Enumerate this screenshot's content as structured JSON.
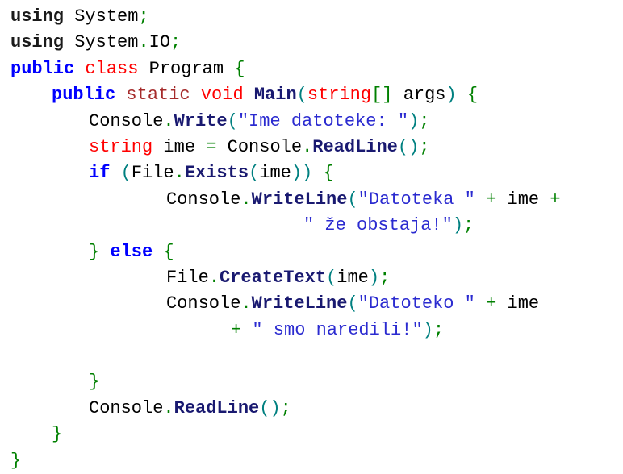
{
  "code": {
    "language": "C#",
    "colors": {
      "directive_keyword": "#1a1a1a",
      "keyword": "#0000ff",
      "type_keyword": "#ff0000",
      "modifier": "#a52a2a",
      "method": "#191970",
      "string": "#2b2bd0",
      "paren": "#008080",
      "punctuation": "#008000"
    },
    "lines": [
      {
        "indent": 0,
        "tokens": [
          {
            "t": "using",
            "c": "kw-bold"
          },
          {
            "t": " System",
            "c": "plain"
          },
          {
            "t": ";",
            "c": "punct"
          }
        ]
      },
      {
        "indent": 0,
        "tokens": [
          {
            "t": "using",
            "c": "kw-bold"
          },
          {
            "t": " System",
            "c": "plain"
          },
          {
            "t": ".",
            "c": "punct"
          },
          {
            "t": "IO",
            "c": "plain"
          },
          {
            "t": ";",
            "c": "punct"
          }
        ]
      },
      {
        "indent": 0,
        "tokens": [
          {
            "t": "public",
            "c": "kw-blue"
          },
          {
            "t": " ",
            "c": "plain"
          },
          {
            "t": "class",
            "c": "kw-red"
          },
          {
            "t": " Program ",
            "c": "plain"
          },
          {
            "t": "{",
            "c": "punct"
          }
        ]
      },
      {
        "indent": 51,
        "tokens": [
          {
            "t": "public",
            "c": "kw-blue"
          },
          {
            "t": " ",
            "c": "plain"
          },
          {
            "t": "static",
            "c": "kw-brown"
          },
          {
            "t": " ",
            "c": "plain"
          },
          {
            "t": "void",
            "c": "kw-red"
          },
          {
            "t": " ",
            "c": "plain"
          },
          {
            "t": "Main",
            "c": "method"
          },
          {
            "t": "(",
            "c": "paren"
          },
          {
            "t": "string",
            "c": "kw-red"
          },
          {
            "t": "[]",
            "c": "punct"
          },
          {
            "t": " args",
            "c": "plain"
          },
          {
            "t": ")",
            "c": "paren"
          },
          {
            "t": " ",
            "c": "plain"
          },
          {
            "t": "{",
            "c": "punct"
          }
        ]
      },
      {
        "indent": 97,
        "tokens": [
          {
            "t": "Console",
            "c": "plain"
          },
          {
            "t": ".",
            "c": "punct"
          },
          {
            "t": "Write",
            "c": "method"
          },
          {
            "t": "(",
            "c": "paren"
          },
          {
            "t": "\"Ime datoteke: \"",
            "c": "str"
          },
          {
            "t": ")",
            "c": "paren"
          },
          {
            "t": ";",
            "c": "punct"
          }
        ]
      },
      {
        "indent": 97,
        "tokens": [
          {
            "t": "string",
            "c": "kw-red"
          },
          {
            "t": " ime ",
            "c": "plain"
          },
          {
            "t": "=",
            "c": "punct"
          },
          {
            "t": " Console",
            "c": "plain"
          },
          {
            "t": ".",
            "c": "punct"
          },
          {
            "t": "ReadLine",
            "c": "method"
          },
          {
            "t": "()",
            "c": "paren"
          },
          {
            "t": ";",
            "c": "punct"
          }
        ]
      },
      {
        "indent": 97,
        "tokens": [
          {
            "t": "if",
            "c": "kw-blue"
          },
          {
            "t": " ",
            "c": "plain"
          },
          {
            "t": "(",
            "c": "paren"
          },
          {
            "t": "File",
            "c": "plain"
          },
          {
            "t": ".",
            "c": "punct"
          },
          {
            "t": "Exists",
            "c": "method"
          },
          {
            "t": "(",
            "c": "paren"
          },
          {
            "t": "ime",
            "c": "plain"
          },
          {
            "t": "))",
            "c": "paren"
          },
          {
            "t": " ",
            "c": "plain"
          },
          {
            "t": "{",
            "c": "punct"
          }
        ]
      },
      {
        "indent": 193,
        "tokens": [
          {
            "t": "Console",
            "c": "plain"
          },
          {
            "t": ".",
            "c": "punct"
          },
          {
            "t": "WriteLine",
            "c": "method"
          },
          {
            "t": "(",
            "c": "paren"
          },
          {
            "t": "\"Datoteka \"",
            "c": "str"
          },
          {
            "t": " ",
            "c": "plain"
          },
          {
            "t": "+",
            "c": "punct"
          },
          {
            "t": " ime ",
            "c": "plain"
          },
          {
            "t": "+",
            "c": "punct"
          }
        ]
      },
      {
        "indent": 363,
        "tokens": [
          {
            "t": "\" že obstaja!\"",
            "c": "str"
          },
          {
            "t": ")",
            "c": "paren"
          },
          {
            "t": ";",
            "c": "punct"
          }
        ]
      },
      {
        "indent": 97,
        "tokens": [
          {
            "t": "}",
            "c": "punct"
          },
          {
            "t": " ",
            "c": "plain"
          },
          {
            "t": "else",
            "c": "kw-blue"
          },
          {
            "t": " ",
            "c": "plain"
          },
          {
            "t": "{",
            "c": "punct"
          }
        ]
      },
      {
        "indent": 193,
        "tokens": [
          {
            "t": "File",
            "c": "plain"
          },
          {
            "t": ".",
            "c": "punct"
          },
          {
            "t": "CreateText",
            "c": "method"
          },
          {
            "t": "(",
            "c": "paren"
          },
          {
            "t": "ime",
            "c": "plain"
          },
          {
            "t": ")",
            "c": "paren"
          },
          {
            "t": ";",
            "c": "punct"
          }
        ]
      },
      {
        "indent": 193,
        "tokens": [
          {
            "t": "Console",
            "c": "plain"
          },
          {
            "t": ".",
            "c": "punct"
          },
          {
            "t": "WriteLine",
            "c": "method"
          },
          {
            "t": "(",
            "c": "paren"
          },
          {
            "t": "\"Datoteko \"",
            "c": "str"
          },
          {
            "t": " ",
            "c": "plain"
          },
          {
            "t": "+",
            "c": "punct"
          },
          {
            "t": " ime",
            "c": "plain"
          }
        ]
      },
      {
        "indent": 273,
        "tokens": [
          {
            "t": "+",
            "c": "punct"
          },
          {
            "t": " ",
            "c": "plain"
          },
          {
            "t": "\" smo naredili!\"",
            "c": "str"
          },
          {
            "t": ")",
            "c": "paren"
          },
          {
            "t": ";",
            "c": "punct"
          }
        ]
      },
      {
        "indent": 0,
        "tokens": []
      },
      {
        "indent": 97,
        "tokens": [
          {
            "t": "}",
            "c": "punct"
          }
        ]
      },
      {
        "indent": 97,
        "tokens": [
          {
            "t": "Console",
            "c": "plain"
          },
          {
            "t": ".",
            "c": "punct"
          },
          {
            "t": "ReadLine",
            "c": "method"
          },
          {
            "t": "()",
            "c": "paren"
          },
          {
            "t": ";",
            "c": "punct"
          }
        ]
      },
      {
        "indent": 51,
        "tokens": [
          {
            "t": "}",
            "c": "punct"
          }
        ]
      },
      {
        "indent": 0,
        "tokens": [
          {
            "t": "}",
            "c": "punct"
          }
        ]
      }
    ]
  }
}
